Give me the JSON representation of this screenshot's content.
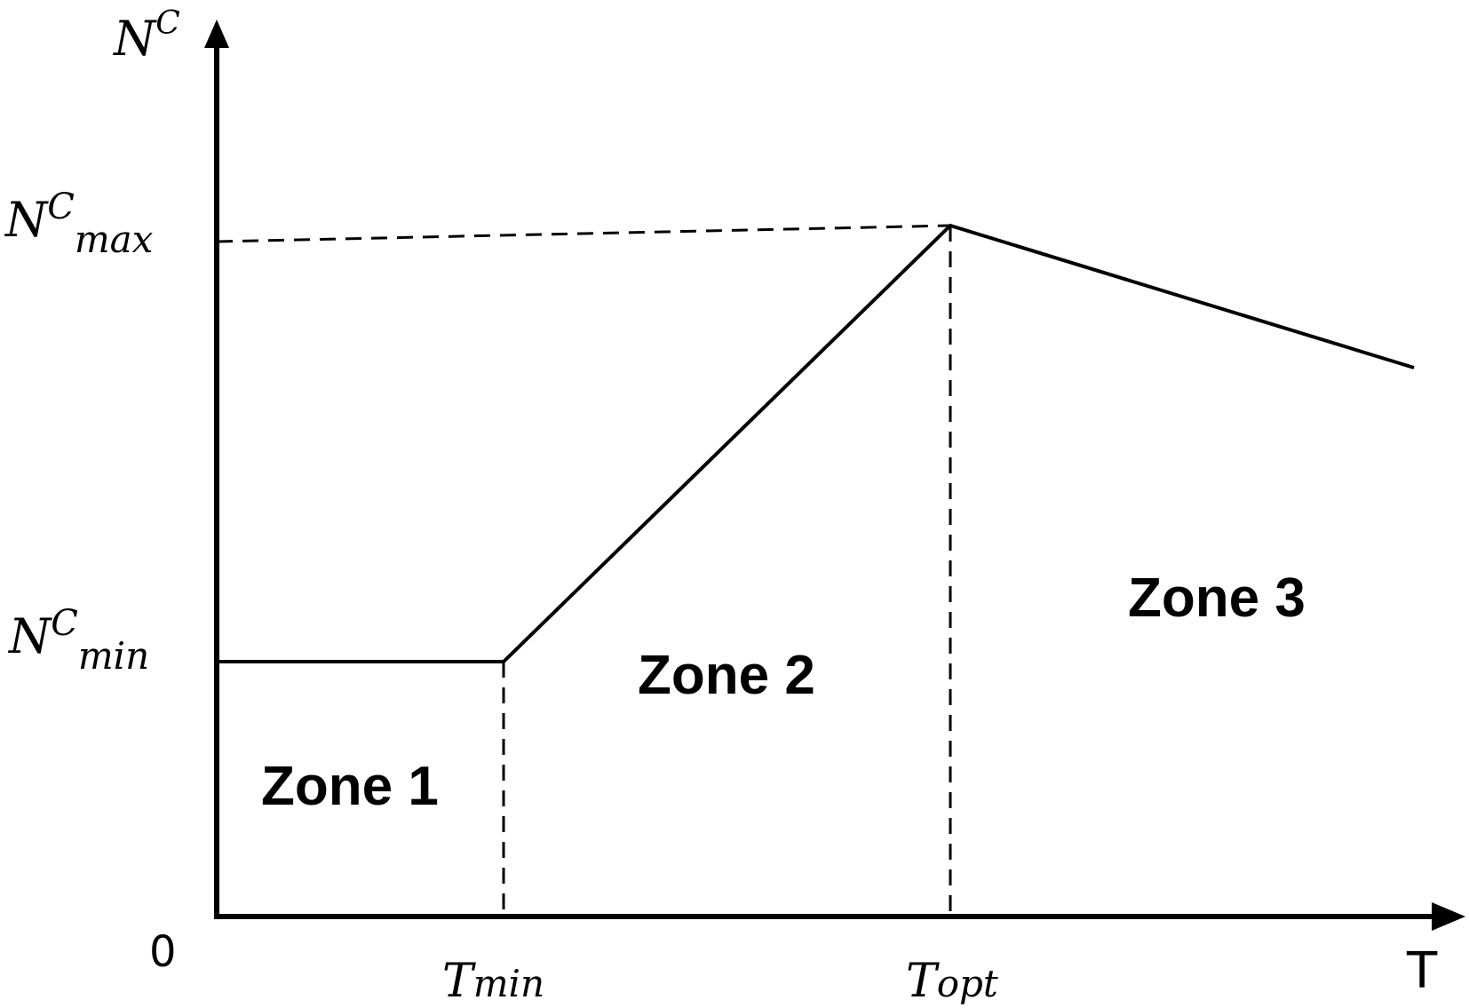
{
  "diagram": {
    "y_axis_label": {
      "base": "N",
      "sup": "C"
    },
    "x_axis_label": "T",
    "origin_label": "0",
    "y_ticks": {
      "max": {
        "base": "N",
        "sup": "C",
        "sub": "max"
      },
      "min": {
        "base": "N",
        "sup": "C",
        "sub": "min"
      }
    },
    "x_ticks": {
      "tmin": {
        "base": "T",
        "sub": "min"
      },
      "topt": {
        "base": "T",
        "sub": "opt"
      }
    },
    "zones": [
      "Zone 1",
      "Zone 2",
      "Zone 3"
    ],
    "colors": {
      "line": "#000000",
      "background": "#ffffff"
    }
  }
}
